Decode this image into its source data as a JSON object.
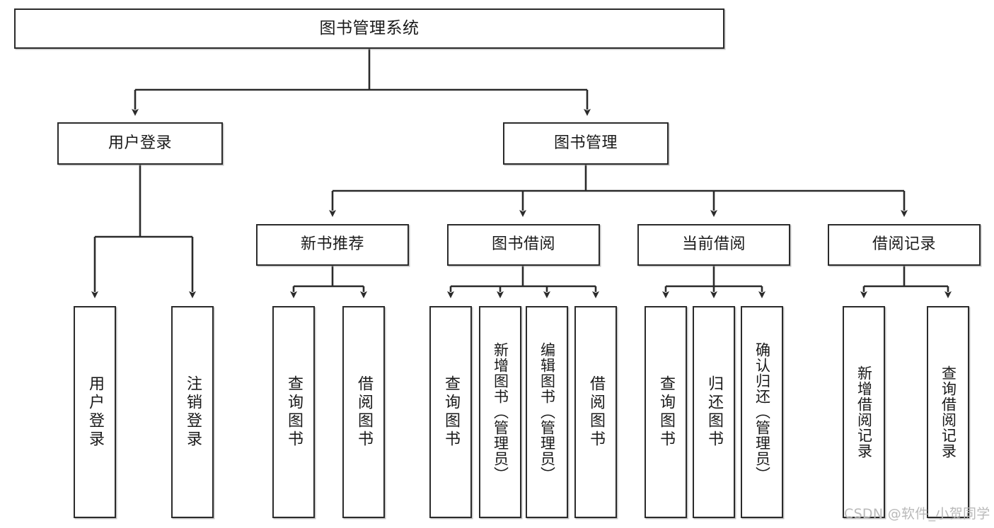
{
  "diagram": {
    "title": "图书管理系统",
    "type": "tree",
    "levels": {
      "root": {
        "label": "图书管理系统"
      },
      "level2": [
        {
          "id": "user-login",
          "label": "用户登录"
        },
        {
          "id": "book-management",
          "label": "图书管理"
        }
      ],
      "level3": [
        {
          "id": "new-book-recommend",
          "label": "新书推荐",
          "parent": "book-management"
        },
        {
          "id": "book-borrow",
          "label": "图书借阅",
          "parent": "book-management"
        },
        {
          "id": "current-borrow",
          "label": "当前借阅",
          "parent": "book-management"
        },
        {
          "id": "borrow-record",
          "label": "借阅记录",
          "parent": "book-management"
        }
      ],
      "leaves": [
        {
          "id": "leaf-user-login",
          "label": "用户登录",
          "parent": "user-login"
        },
        {
          "id": "leaf-user-logout",
          "label": "注销登录",
          "parent": "user-login"
        },
        {
          "id": "leaf-query-book-1",
          "label": "查询图书",
          "parent": "new-book-recommend"
        },
        {
          "id": "leaf-borrow-book-1",
          "label": "借阅图书",
          "parent": "new-book-recommend"
        },
        {
          "id": "leaf-query-book-2",
          "label": "查询图书",
          "parent": "book-borrow"
        },
        {
          "id": "leaf-add-book",
          "label": "新增图书（管理员）",
          "parent": "book-borrow"
        },
        {
          "id": "leaf-edit-book",
          "label": "编辑图书（管理员）",
          "parent": "book-borrow"
        },
        {
          "id": "leaf-borrow-book-2",
          "label": "借阅图书",
          "parent": "book-borrow"
        },
        {
          "id": "leaf-query-book-3",
          "label": "查询图书",
          "parent": "current-borrow"
        },
        {
          "id": "leaf-return-book",
          "label": "归还图书",
          "parent": "current-borrow"
        },
        {
          "id": "leaf-confirm-return",
          "label": "确认归还（管理员）",
          "parent": "current-borrow"
        },
        {
          "id": "leaf-add-record",
          "label": "新增借阅记录",
          "parent": "borrow-record"
        },
        {
          "id": "leaf-query-record",
          "label": "查询借阅记录",
          "parent": "borrow-record"
        }
      ]
    },
    "colors": {
      "stroke": "#2b2b2b",
      "fill": "#ffffff",
      "text": "#1a1a1a",
      "watermark": "#b9b9b9"
    }
  },
  "watermark": {
    "text": "CSDN @软件_小贺同学"
  }
}
